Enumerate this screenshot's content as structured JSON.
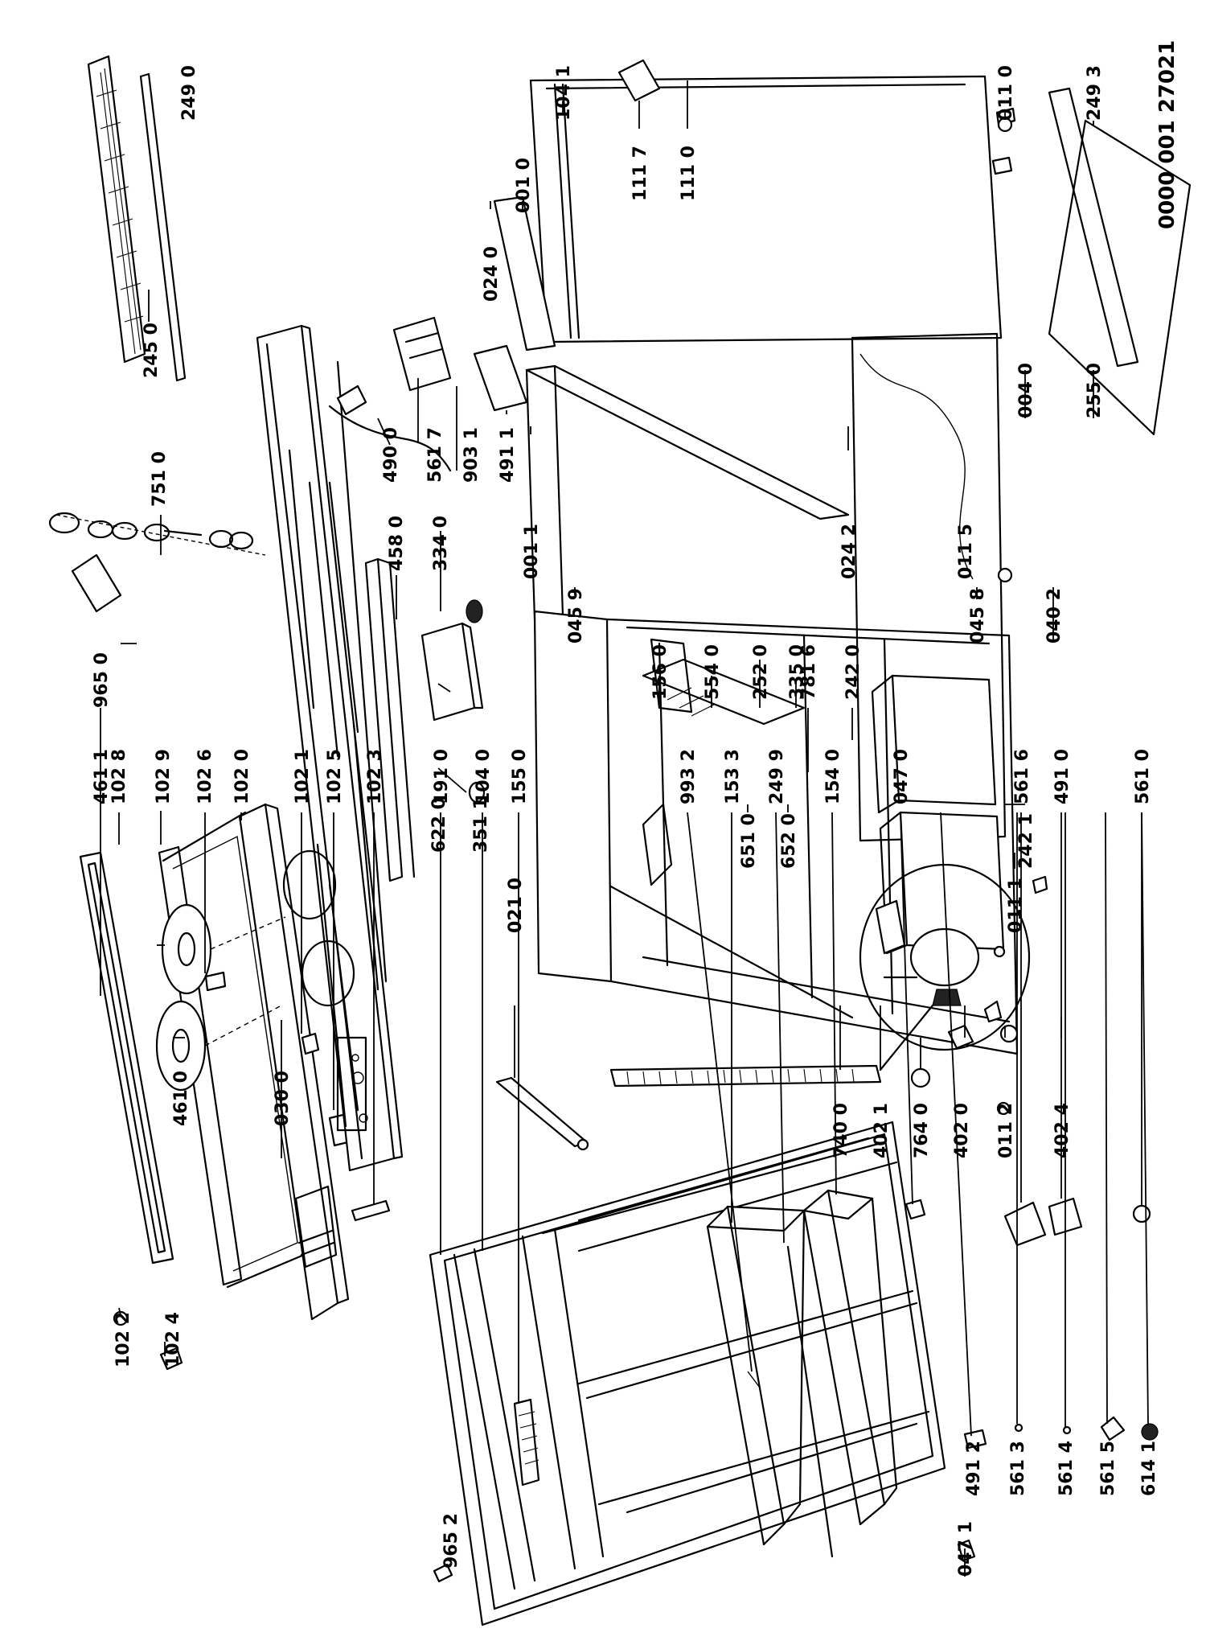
{
  "document_code": "0000 001 27021",
  "parts": [
    {
      "id": "102 2"
    },
    {
      "id": "102 4"
    },
    {
      "id": "102 8"
    },
    {
      "id": "102 9"
    },
    {
      "id": "102 6"
    },
    {
      "id": "102 0"
    },
    {
      "id": "102 1"
    },
    {
      "id": "102 5"
    },
    {
      "id": "102 3"
    },
    {
      "id": "191 0"
    },
    {
      "id": "104 0"
    },
    {
      "id": "155 0"
    },
    {
      "id": "965 2"
    },
    {
      "id": "993 2"
    },
    {
      "id": "153 3"
    },
    {
      "id": "249 9"
    },
    {
      "id": "154 0"
    },
    {
      "id": "047 0"
    },
    {
      "id": "047 1"
    },
    {
      "id": "491 2"
    },
    {
      "id": "561 3"
    },
    {
      "id": "561 4"
    },
    {
      "id": "561 5"
    },
    {
      "id": "614 1"
    },
    {
      "id": "561 6"
    },
    {
      "id": "491 0"
    },
    {
      "id": "561 0"
    },
    {
      "id": "461 0"
    },
    {
      "id": "030 0"
    },
    {
      "id": "461 1"
    },
    {
      "id": "965 0"
    },
    {
      "id": "751 0"
    },
    {
      "id": "245 0"
    },
    {
      "id": "249 0"
    },
    {
      "id": "622 0"
    },
    {
      "id": "351 1"
    },
    {
      "id": "458 0"
    },
    {
      "id": "334 0"
    },
    {
      "id": "490 0"
    },
    {
      "id": "561 7"
    },
    {
      "id": "903 1"
    },
    {
      "id": "491 1"
    },
    {
      "id": "021 0"
    },
    {
      "id": "740 0"
    },
    {
      "id": "402 1"
    },
    {
      "id": "764 0"
    },
    {
      "id": "402 0"
    },
    {
      "id": "011 2"
    },
    {
      "id": "402 4"
    },
    {
      "id": "011 1"
    },
    {
      "id": "651 0"
    },
    {
      "id": "652 0"
    },
    {
      "id": "156 0"
    },
    {
      "id": "554 0"
    },
    {
      "id": "252 0"
    },
    {
      "id": "335 0"
    },
    {
      "id": "781 6"
    },
    {
      "id": "242 0"
    },
    {
      "id": "242 1"
    },
    {
      "id": "045 9"
    },
    {
      "id": "045 8"
    },
    {
      "id": "040 2"
    },
    {
      "id": "001 1"
    },
    {
      "id": "024 2"
    },
    {
      "id": "011 5"
    },
    {
      "id": "004 0"
    },
    {
      "id": "024 0"
    },
    {
      "id": "001 0"
    },
    {
      "id": "104 1"
    },
    {
      "id": "111 7"
    },
    {
      "id": "111 0"
    },
    {
      "id": "011 0"
    },
    {
      "id": "249 3"
    },
    {
      "id": "255 0"
    }
  ]
}
